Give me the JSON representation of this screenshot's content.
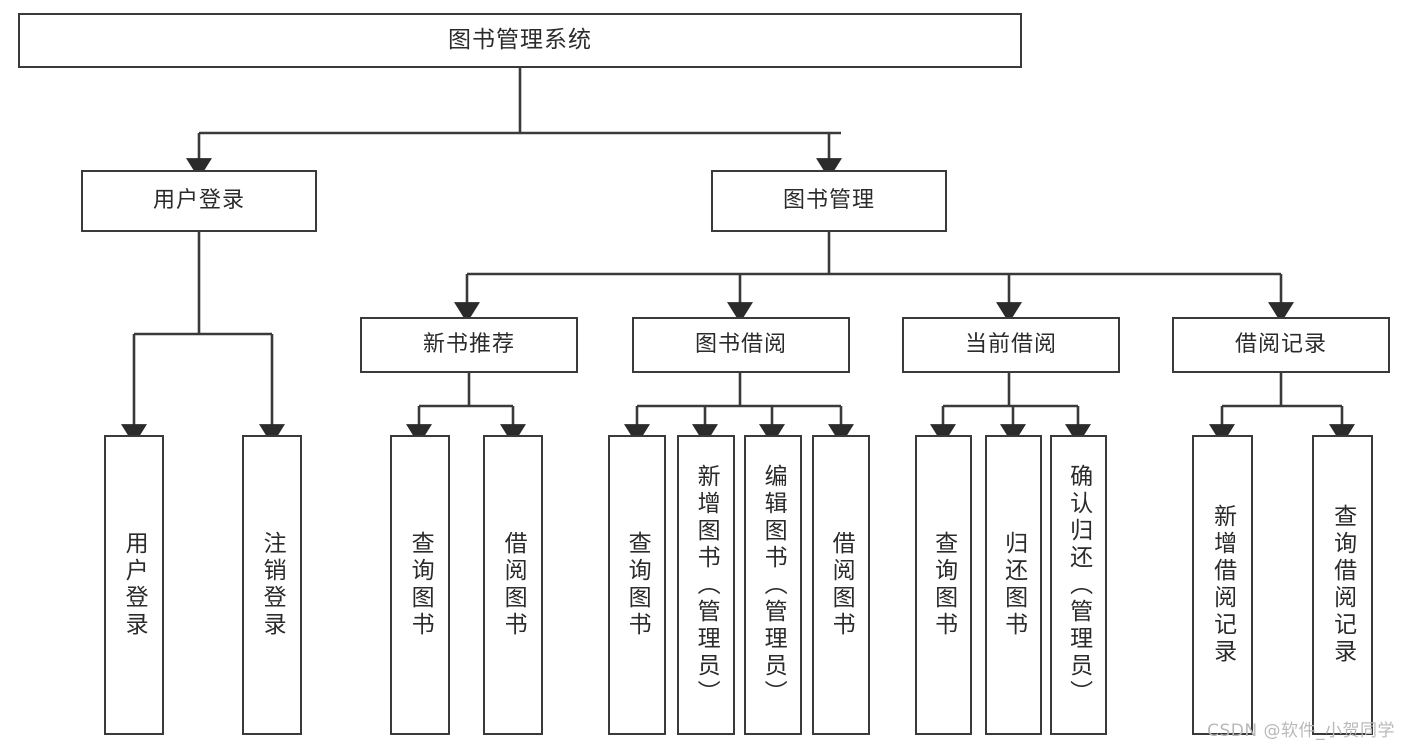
{
  "diagram": {
    "title": "图书管理系统",
    "type": "hierarchy-tree",
    "root": {
      "label": "图书管理系统"
    },
    "level2": [
      {
        "label": "用户登录"
      },
      {
        "label": "图书管理"
      }
    ],
    "level3": [
      {
        "label": "新书推荐"
      },
      {
        "label": "图书借阅"
      },
      {
        "label": "当前借阅"
      },
      {
        "label": "借阅记录"
      }
    ],
    "leaves": {
      "user_login": [
        {
          "label": "用户登录"
        },
        {
          "label": "注销登录"
        }
      ],
      "new_book_recommend": [
        {
          "label": "查询图书"
        },
        {
          "label": "借阅图书"
        }
      ],
      "book_borrow": [
        {
          "label": "查询图书"
        },
        {
          "label": "新增图书（管理员）"
        },
        {
          "label": "编辑图书（管理员）"
        },
        {
          "label": "借阅图书"
        }
      ],
      "current_borrow": [
        {
          "label": "查询图书"
        },
        {
          "label": "归还图书"
        },
        {
          "label": "确认归还（管理员）"
        }
      ],
      "borrow_record": [
        {
          "label": "新增借阅记录"
        },
        {
          "label": "查询借阅记录"
        }
      ]
    }
  },
  "watermark": {
    "text": "CSDN @软件_小贺同学"
  },
  "colors": {
    "stroke": "#3a3a3a",
    "text": "#2b2b2b",
    "background": "#ffffff",
    "watermark": "#b9b9b9"
  }
}
